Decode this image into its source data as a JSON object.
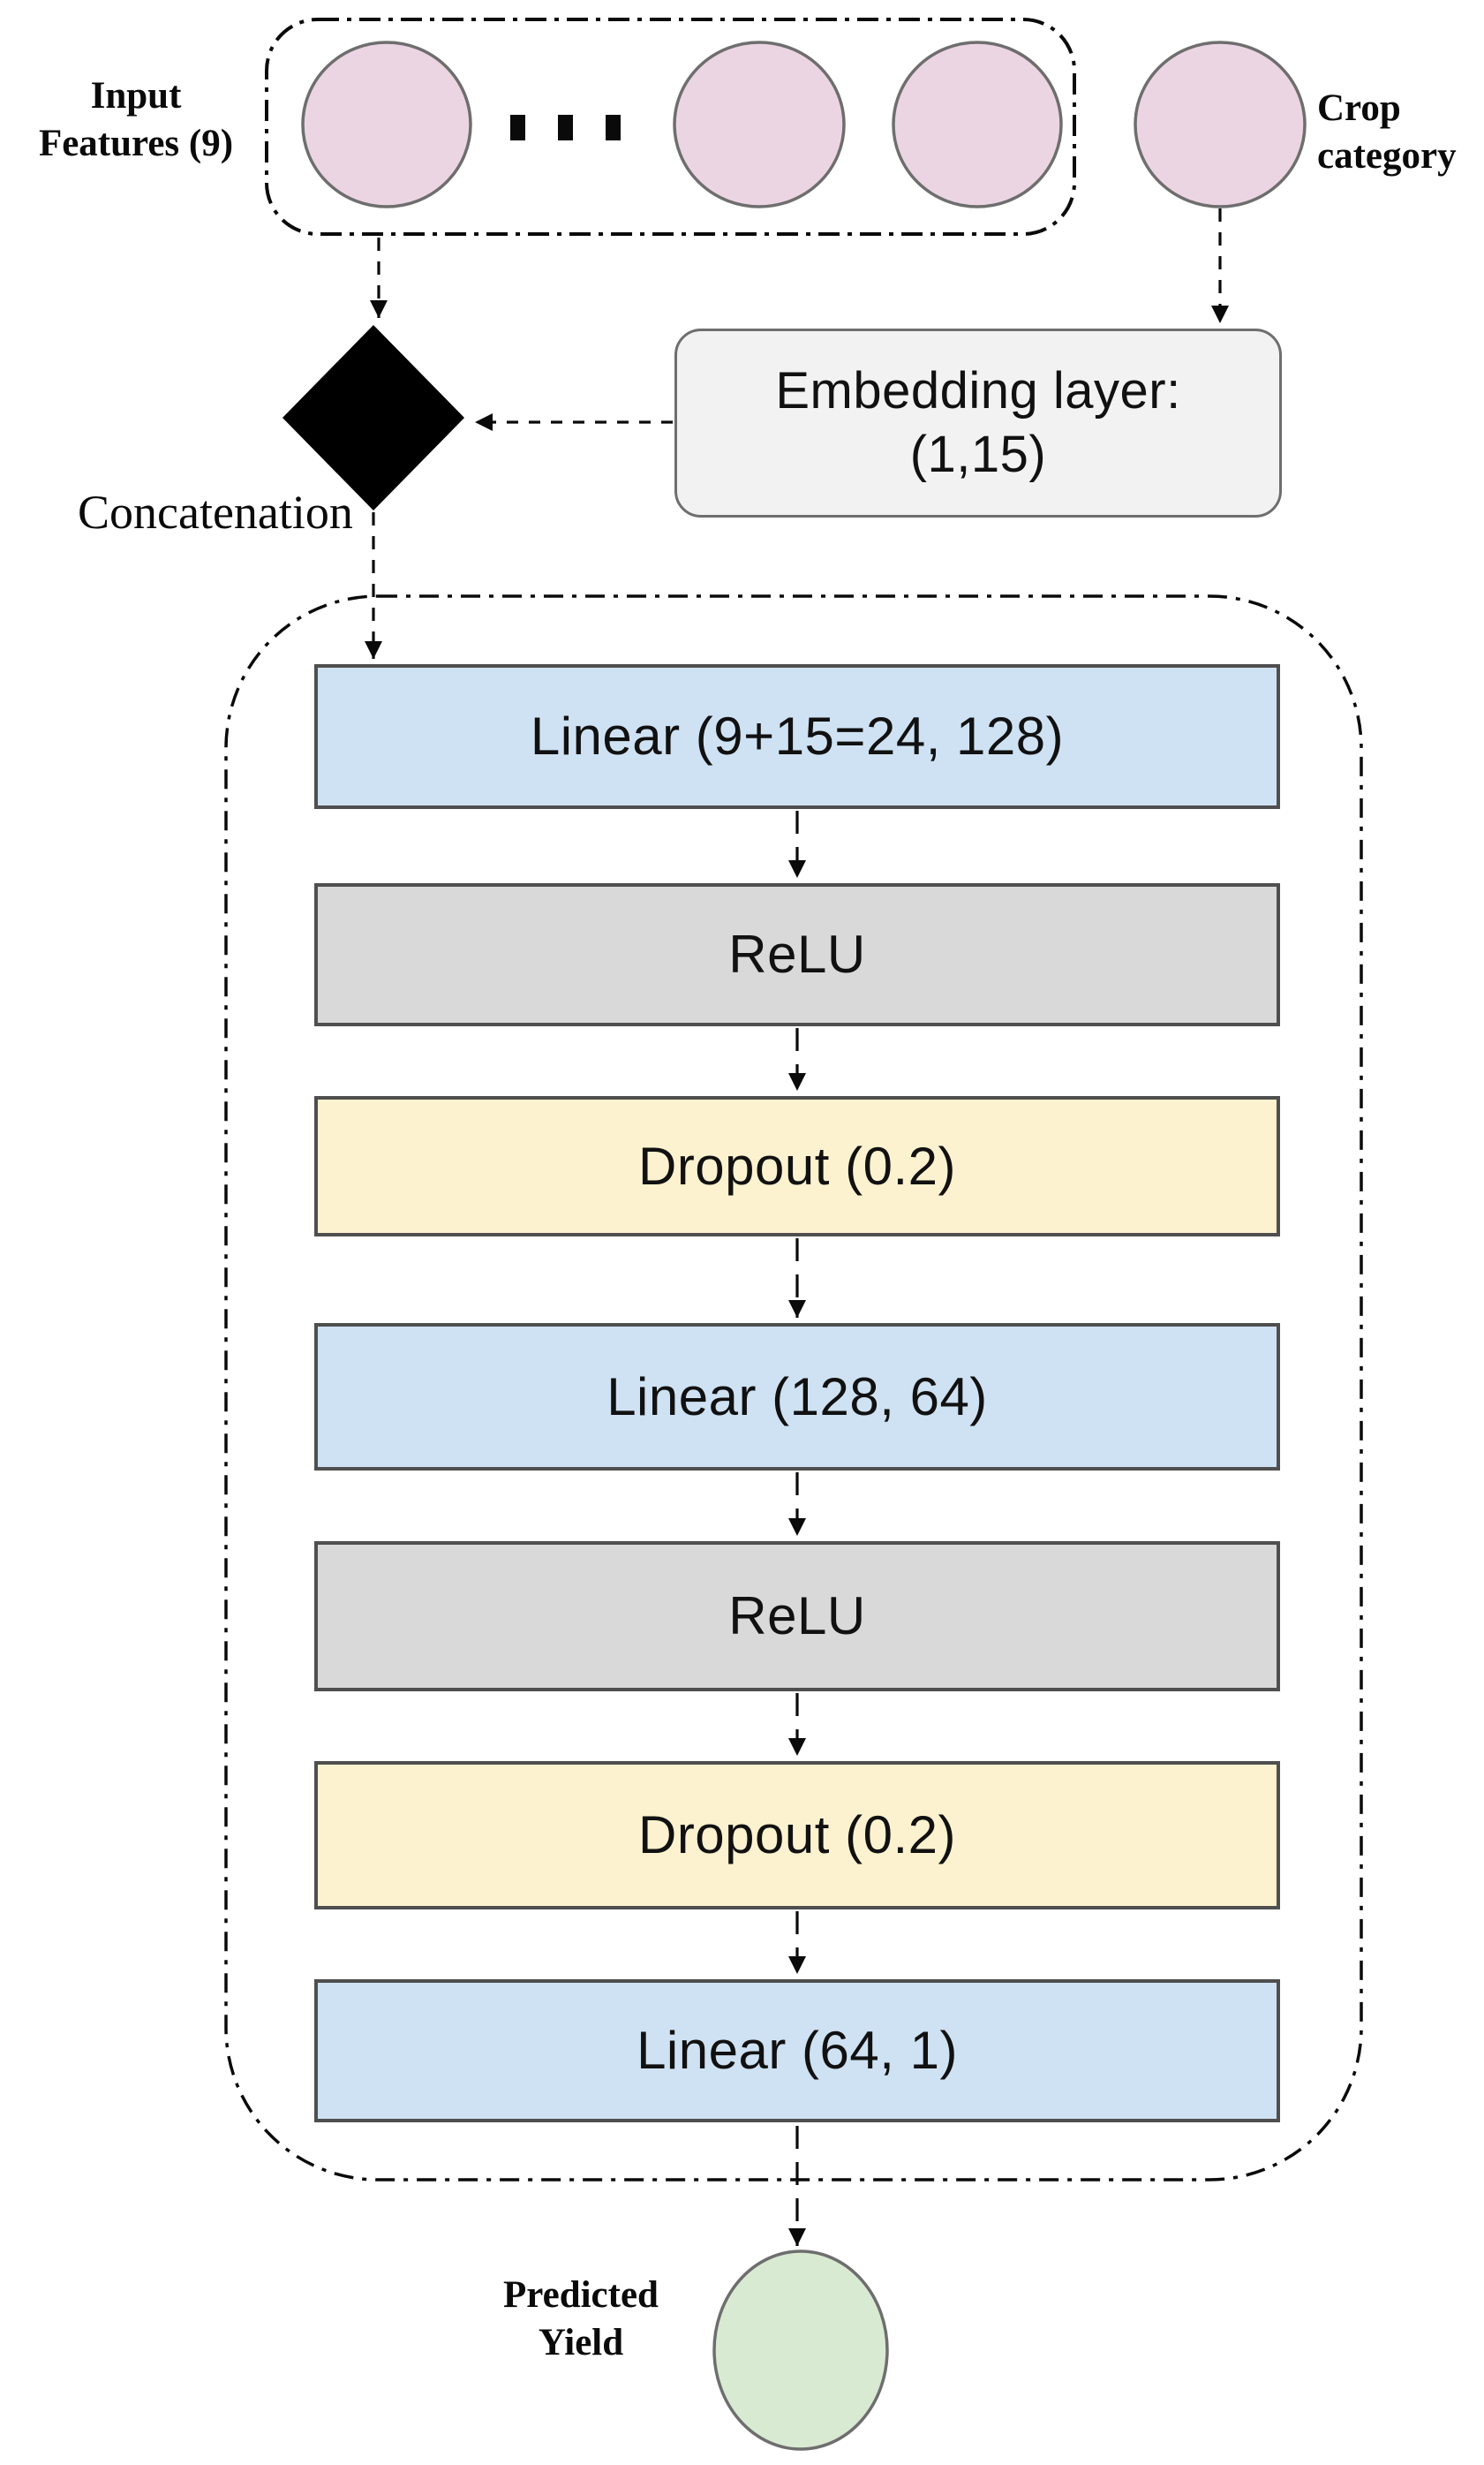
{
  "figure": {
    "kind": "neural-network-architecture-diagram",
    "labels": {
      "input_features": {
        "line1": "Input",
        "line2": "Features (9)"
      },
      "crop_category": {
        "line1": "Crop",
        "line2": "category"
      },
      "concatenation": "Concatenation",
      "predicted_yield": {
        "line1": "Predicted",
        "line2": "Yield"
      },
      "ellipsis": ". . ."
    },
    "embedding": {
      "line1": "Embedding layer:",
      "line2": "(1,15)"
    },
    "layers": [
      {
        "type": "linear",
        "label": "Linear (9+15=24, 128)"
      },
      {
        "type": "relu",
        "label": "ReLU"
      },
      {
        "type": "dropout",
        "label": "Dropout (0.2)"
      },
      {
        "type": "linear",
        "label": "Linear (128, 64)"
      },
      {
        "type": "relu",
        "label": "ReLU"
      },
      {
        "type": "dropout",
        "label": "Dropout (0.2)"
      },
      {
        "type": "linear",
        "label": "Linear (64, 1)"
      }
    ],
    "colors": {
      "input_node_pink": "#ecd5e3",
      "linear_blue": "#cfe2f3",
      "relu_gray": "#d9d9d9",
      "dropout_yellow": "#fdf2cf",
      "embedding_gray": "#f2f2f2",
      "output_green": "#d9ead3",
      "node_border_gray": "#6e6e6e",
      "concatenation_diamond": "#000000"
    }
  }
}
